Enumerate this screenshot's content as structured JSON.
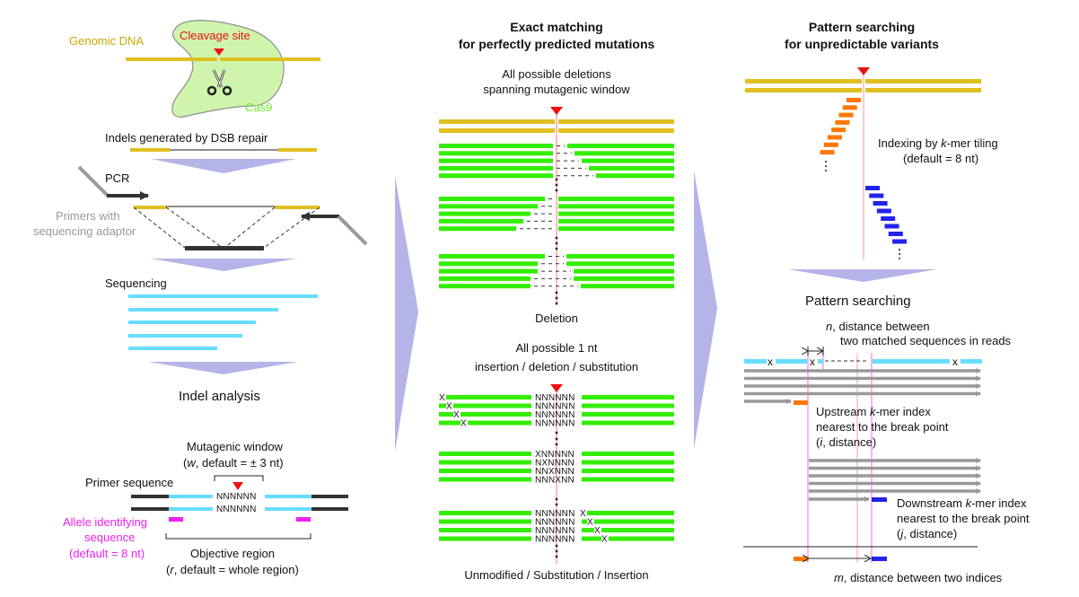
{
  "colors": {
    "genomic": "#e0bf20",
    "cas9_fill": "#cdf5a8",
    "cas9_label": "#66ee22",
    "cleavage": "#ee1111",
    "read": "#66ddff",
    "green_read": "#33ee00",
    "flow_arrow": "#b4b4e8",
    "allele": "#ee22ee",
    "upstream_kmer": "#ff7700",
    "downstream_kmer": "#2222ee",
    "gray_read": "#999999",
    "pink_line": "#ff99ee",
    "break_line": "#ffbbbb",
    "primer_label": "#999999"
  },
  "left_panel": {
    "genomic_dna": "Genomic DNA",
    "cleavage_site": "Cleavage site",
    "cas9": "Cas9",
    "indels": "Indels generated by DSB repair",
    "pcr": "PCR",
    "primers_line1": "Primers with",
    "primers_line2": "sequencing adaptor",
    "sequencing": "Sequencing",
    "indel_analysis": "Indel analysis",
    "mutagenic_window_line1": "Mutagenic window",
    "mutagenic_window_line2_pre": "(",
    "mutagenic_window_var": "w",
    "mutagenic_window_line2_post": ", default = ± 3 nt)",
    "primer_sequence": "Primer sequence",
    "nnn": "NNNNNN",
    "allele_line1": "Allele identifying",
    "allele_line2": "sequence",
    "allele_line3": "(default = 8 nt)",
    "objective_line1": "Objective region",
    "objective_var": "r",
    "objective_line2_pre": "(",
    "objective_line2_post": ", default = whole region)"
  },
  "middle_panel": {
    "title_line1": "Exact matching",
    "title_line2": "for perfectly predicted mutations",
    "deletions_line1": "All possible deletions",
    "deletions_line2": "spanning mutagenic window",
    "deletion_label": "Deletion",
    "one_nt_line1": "All possible 1 nt",
    "one_nt_line2": "insertion / deletion / substitution",
    "bottom_label": "Unmodified / Substitution / Insertion",
    "substitution_rows": [
      "XNNNNN",
      "NXNNNN",
      "NNXNNN",
      "NNNXNN"
    ],
    "insertion_rows": [
      "NNNNNN",
      "NNNNNN",
      "NNNNNN",
      "NNNNNN"
    ],
    "deletion_rows_left": [
      "NNNNNN",
      "NNNNNN",
      "NNNNNN",
      "NNNNNN"
    ],
    "x_mark": "X"
  },
  "right_panel": {
    "title_line1": "Pattern searching",
    "title_line2": "for unpredictable variants",
    "indexing_pre": "Indexing by ",
    "indexing_var": "k",
    "indexing_post": "-mer tiling",
    "indexing_default": "(default = 8 nt)",
    "pattern_searching": "Pattern searching",
    "n_var": "n",
    "n_line1_post": ", distance between",
    "n_line2": "two matched sequences in reads",
    "upstream_pre": "Upstream ",
    "upstream_var": "k",
    "upstream_post": "-mer index",
    "upstream_line2": "nearest to the break point",
    "upstream_line3_pre": "(",
    "upstream_line3_var": "i",
    "upstream_line3_post": ", distance)",
    "downstream_pre": "Downstream ",
    "downstream_var": "k",
    "downstream_post": "-mer index",
    "downstream_line2": "nearest to the break point",
    "downstream_line3_pre": "(",
    "downstream_line3_var": "j",
    "downstream_line3_post": ", distance)",
    "m_var": "m",
    "m_post": ", distance between two indices",
    "x_mark": "x"
  }
}
